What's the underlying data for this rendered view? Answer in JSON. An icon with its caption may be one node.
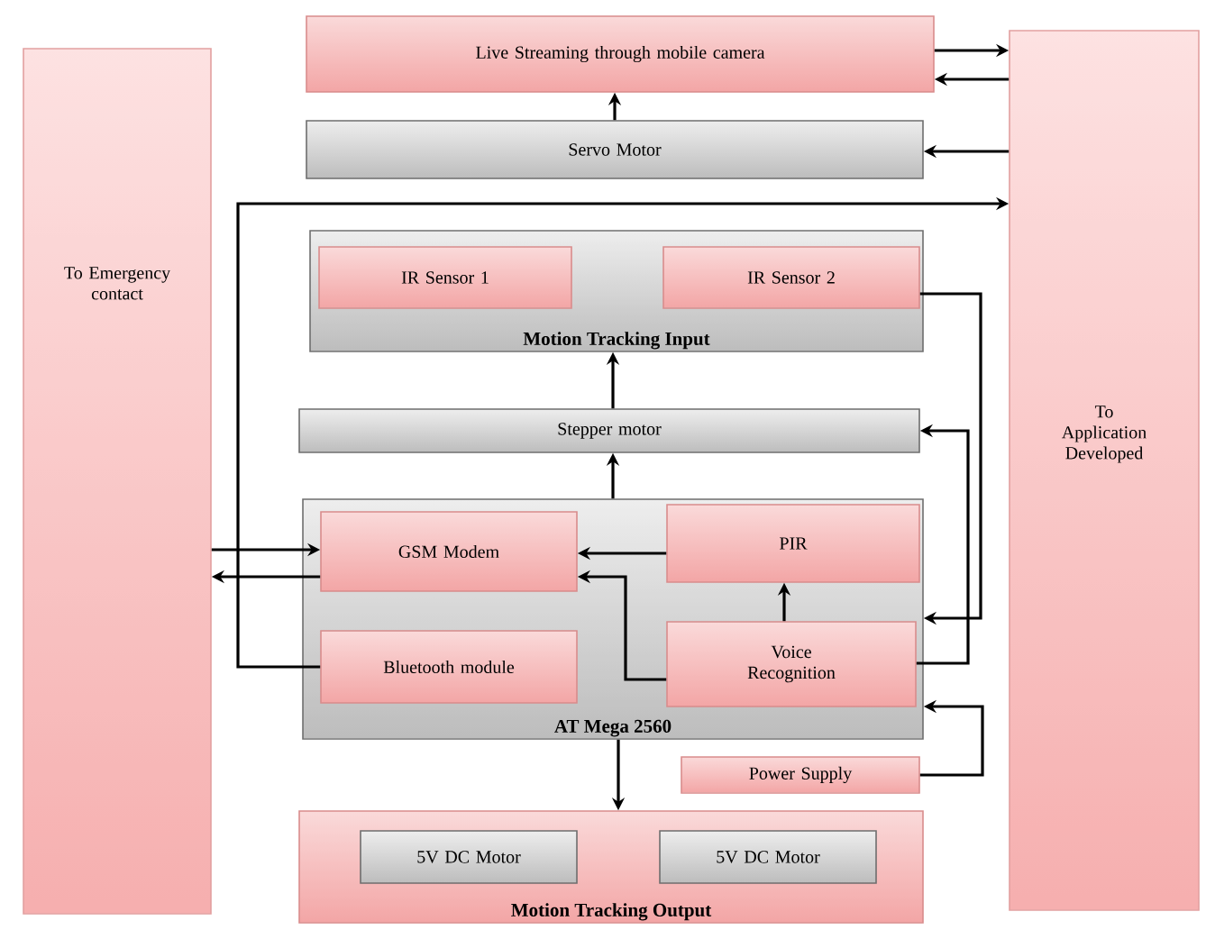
{
  "diagram": {
    "nodes": [
      {
        "text": [
          "Live Streaming through mobile camera"
        ]
      },
      {
        "text": [
          "Servo Motor"
        ]
      },
      {
        "text": [
          "Motion Tracking Input"
        ]
      },
      {
        "text": [
          "IR Sensor 1"
        ],
        "in": 2
      },
      {
        "text": [
          "IR Sensor 2"
        ],
        "in": 2
      },
      {
        "text": [
          "Stepper motor"
        ]
      },
      {
        "text": [
          "AT Mega 2560"
        ]
      },
      {
        "text": [
          "GSM Modem"
        ],
        "in": 6
      },
      {
        "text": [
          "PIR"
        ],
        "in": 6
      },
      {
        "text": [
          "Bluetooth module"
        ],
        "in": 6
      },
      {
        "text": [
          "Voice Recognition"
        ],
        "in": 6
      },
      {
        "text": [
          "Power Supply"
        ]
      },
      {
        "text": [
          "Motion Tracking Output"
        ]
      },
      {
        "text": [
          "5V DC Motor"
        ],
        "in": 12
      },
      {
        "text": [
          "5V DC Motor"
        ],
        "in": 12
      },
      {
        "text": [
          "To Emergency contact"
        ]
      },
      {
        "text": [
          "To Application Developed"
        ]
      }
    ],
    "edges": [
      {
        "from": 0,
        "to": 16,
        "arrow": "to"
      },
      {
        "from": 16,
        "to": 0,
        "arrow": "to"
      },
      {
        "from": 1,
        "to": 0,
        "arrow": "to"
      },
      {
        "from": 16,
        "to": 1,
        "arrow": "to"
      },
      {
        "from": 9,
        "to": 16,
        "arrow": "to"
      },
      {
        "from": 15,
        "to": 7,
        "arrow": "to"
      },
      {
        "from": 7,
        "to": 15,
        "arrow": "to"
      },
      {
        "from": 5,
        "to": 2,
        "arrow": "to"
      },
      {
        "from": 6,
        "to": 5,
        "arrow": "to"
      },
      {
        "from": 4,
        "to": 6,
        "arrow": "to"
      },
      {
        "from": 10,
        "to": 5,
        "arrow": "to"
      },
      {
        "from": 8,
        "to": 7,
        "arrow": "to"
      },
      {
        "from": 10,
        "to": 7,
        "arrow": "to"
      },
      {
        "from": 10,
        "to": 8,
        "arrow": "to"
      },
      {
        "from": 6,
        "to": 12,
        "arrow": "to"
      },
      {
        "from": 11,
        "to": 6,
        "arrow": "to"
      }
    ]
  }
}
